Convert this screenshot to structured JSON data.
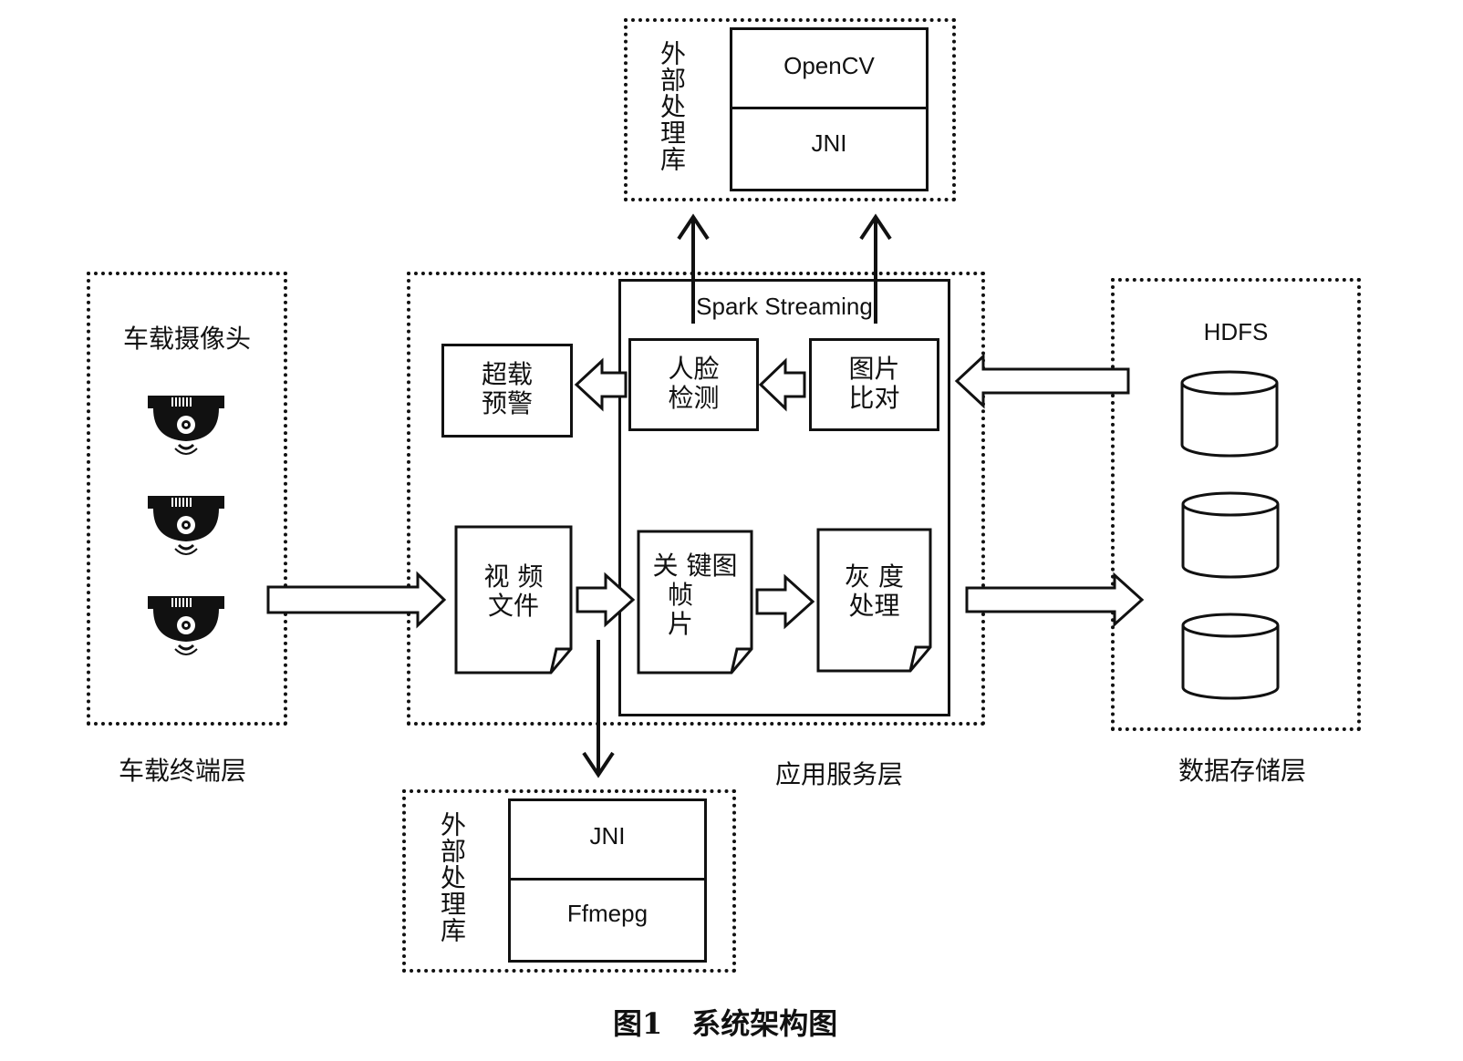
{
  "layers": {
    "terminal": "车载终端层",
    "application": "应用服务层",
    "storage": "数据存储层"
  },
  "terminal": {
    "title": "车载摄像头",
    "cameras": [
      "camera-icon",
      "camera-icon",
      "camera-icon"
    ]
  },
  "external_top": {
    "title": "外部处理库",
    "items": [
      "OpenCV",
      "JNI"
    ]
  },
  "external_bottom": {
    "title": "外部处理库",
    "items": [
      "JNI",
      "Ffmepg"
    ]
  },
  "app": {
    "spark_title": "Spark Streaming",
    "overload_alert": [
      "超载",
      "预警"
    ],
    "face_detect": [
      "人脸",
      "检测"
    ],
    "image_compare": [
      "图片",
      "比对"
    ],
    "video_file": [
      "视 频",
      "文件"
    ],
    "keyframe": [
      "关 键图",
      "帧",
      "片"
    ],
    "grayscale": [
      "灰 度",
      "处理"
    ]
  },
  "storage": {
    "title": "HDFS",
    "disks": [
      "database-icon",
      "database-icon",
      "database-icon"
    ]
  },
  "caption": "图1　系统架构图"
}
